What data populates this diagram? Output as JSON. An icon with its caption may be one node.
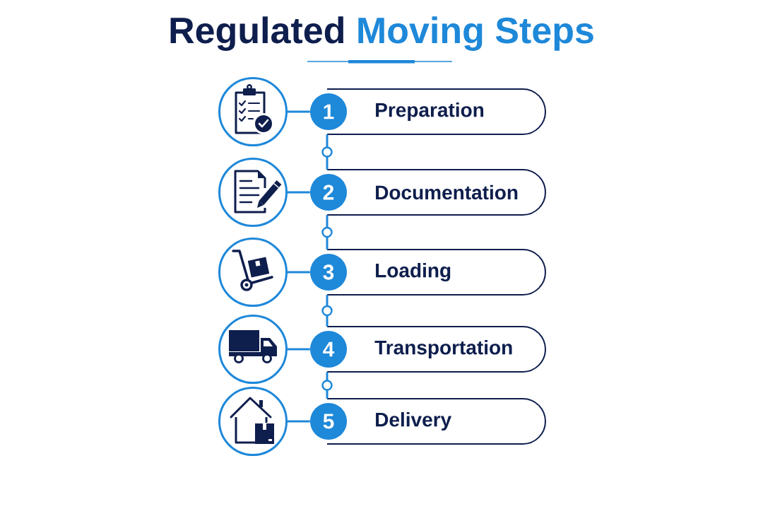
{
  "diagram": {
    "title": "Regulated Moving Steps",
    "nodes": [
      {
        "text": [],
        "shape": "circle"
      },
      {
        "text": [
          "1"
        ]
      },
      {
        "text": [
          "Preparation"
        ]
      },
      {
        "text": [],
        "shape": "circle"
      },
      {
        "text": [
          "2"
        ]
      },
      {
        "text": [
          "Documentation"
        ]
      },
      {
        "text": [],
        "shape": "circle"
      },
      {
        "text": [
          "3"
        ]
      },
      {
        "text": [
          "Loading"
        ]
      },
      {
        "text": [],
        "shape": "circle"
      },
      {
        "text": [
          "4"
        ]
      },
      {
        "text": [
          "Transportation"
        ]
      },
      {
        "text": [],
        "shape": "circle"
      },
      {
        "text": [
          "5"
        ]
      },
      {
        "text": [
          "Delivery"
        ]
      }
    ],
    "edges": [
      {
        "from": 0,
        "to": 1,
        "arrow": "none"
      },
      {
        "from": 2,
        "to": 5,
        "arrow": "none"
      },
      {
        "from": 3,
        "to": 4,
        "arrow": "none"
      },
      {
        "from": 5,
        "to": 8,
        "arrow": "none"
      },
      {
        "from": 6,
        "to": 7,
        "arrow": "none"
      },
      {
        "from": 8,
        "to": 11,
        "arrow": "none"
      },
      {
        "from": 9,
        "to": 10,
        "arrow": "none"
      },
      {
        "from": 11,
        "to": 14,
        "arrow": "none"
      },
      {
        "from": 12,
        "to": 13,
        "arrow": "none"
      }
    ]
  }
}
